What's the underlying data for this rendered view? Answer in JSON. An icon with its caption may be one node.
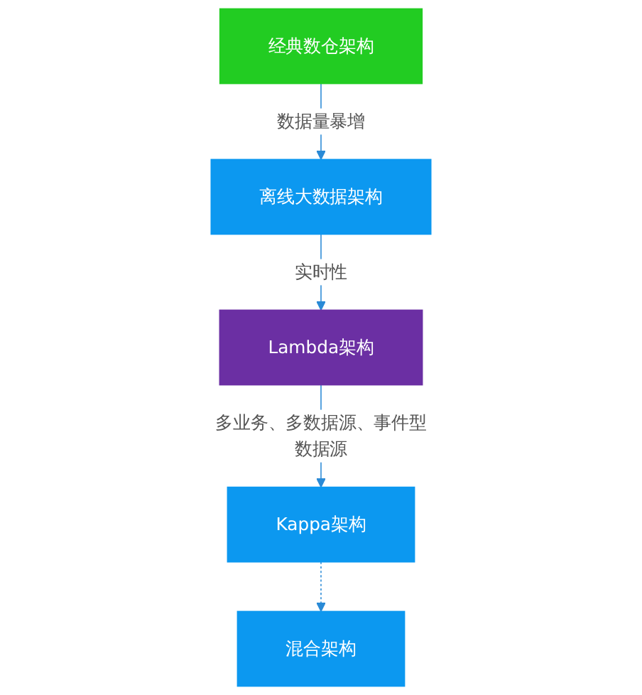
{
  "diagram": {
    "nodes": [
      {
        "text": [
          "经典数仓架构"
        ]
      },
      {
        "text": [
          "离线大数据架构"
        ]
      },
      {
        "text": [
          "Lambda架构"
        ]
      },
      {
        "text": [
          "Kappa架构"
        ]
      },
      {
        "text": [
          "混合架构"
        ]
      }
    ],
    "edges": [
      {
        "from": 0,
        "to": 1,
        "arrow": "to",
        "label": "数据量暴增"
      },
      {
        "from": 1,
        "to": 2,
        "arrow": "to",
        "label": "实时性"
      },
      {
        "from": 2,
        "to": 3,
        "arrow": "to",
        "label": "多业务、多数据源、事件型数据源"
      },
      {
        "from": 3,
        "to": 4,
        "arrow": "to",
        "style": "dashed"
      }
    ]
  }
}
